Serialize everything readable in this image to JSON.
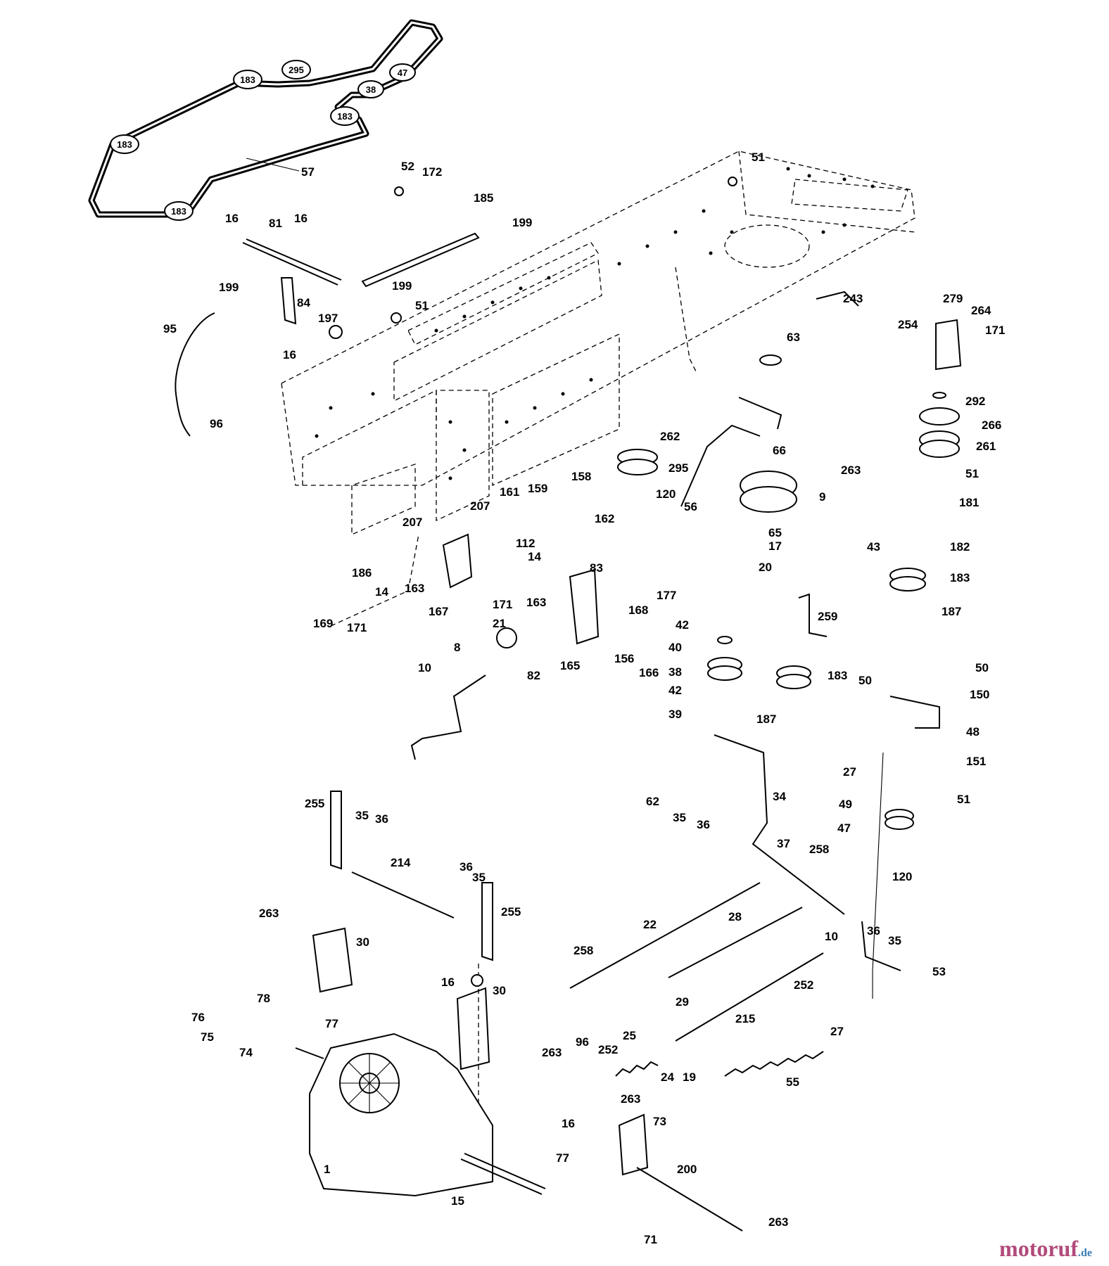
{
  "diagram": {
    "belt_pulley_labels": [
      "183",
      "295",
      "47",
      "38",
      "183",
      "183",
      "183"
    ],
    "belt_label": "57",
    "part_labels": [
      "52",
      "172",
      "185",
      "199",
      "16",
      "81",
      "16",
      "199",
      "199",
      "84",
      "51",
      "197",
      "16",
      "95",
      "96",
      "51",
      "243",
      "254",
      "279",
      "264",
      "171",
      "63",
      "292",
      "266",
      "261",
      "51",
      "262",
      "295",
      "120",
      "56",
      "66",
      "9",
      "263",
      "181",
      "65",
      "17",
      "20",
      "43",
      "182",
      "183",
      "187",
      "161",
      "159",
      "158",
      "207",
      "162",
      "207",
      "186",
      "14",
      "163",
      "112",
      "14",
      "83",
      "163",
      "167",
      "171",
      "169",
      "171",
      "177",
      "259",
      "42",
      "40",
      "38",
      "42",
      "39",
      "183",
      "187",
      "168",
      "21",
      "8",
      "10",
      "82",
      "165",
      "156",
      "166",
      "50",
      "50",
      "150",
      "48",
      "27",
      "151",
      "49",
      "51",
      "47",
      "120",
      "62",
      "35",
      "36",
      "34",
      "37",
      "258",
      "255",
      "35",
      "36",
      "214",
      "36",
      "35",
      "255",
      "263",
      "30",
      "22",
      "28",
      "36",
      "35",
      "10",
      "258",
      "29",
      "252",
      "53",
      "16",
      "30",
      "78",
      "76",
      "77",
      "75",
      "74",
      "263",
      "96",
      "252",
      "25",
      "24",
      "19",
      "215",
      "27",
      "55",
      "263",
      "73",
      "16",
      "77",
      "200",
      "1",
      "15",
      "71",
      "263"
    ]
  },
  "watermark": {
    "brand": "motoruf",
    "tld": ".de"
  }
}
